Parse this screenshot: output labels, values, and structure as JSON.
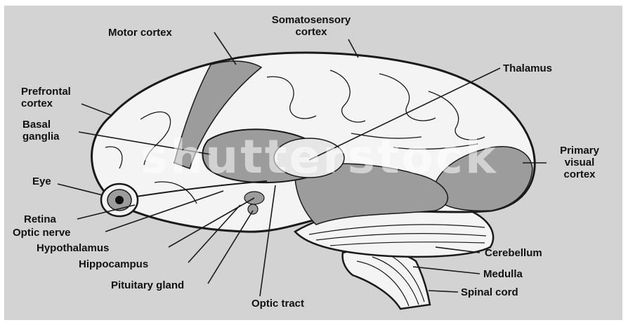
{
  "diagram": {
    "labels": {
      "motor_cortex": "Motor cortex",
      "somatosensory_cortex_l1": "Somatosensory",
      "somatosensory_cortex_l2": "cortex",
      "thalamus": "Thalamus",
      "prefrontal_cortex_l1": "Prefrontal",
      "prefrontal_cortex_l2": "cortex",
      "basal_ganglia_l1": "Basal",
      "basal_ganglia_l2": "ganglia",
      "primary_visual_cortex_l1": "Primary",
      "primary_visual_cortex_l2": "visual",
      "primary_visual_cortex_l3": "cortex",
      "eye": "Eye",
      "retina": "Retina",
      "optic_nerve": "Optic nerve",
      "hypothalamus": "Hypothalamus",
      "hippocampus": "Hippocampus",
      "pituitary_gland": "Pituitary gland",
      "optic_tract": "Optic tract",
      "cerebellum": "Cerebellum",
      "medulla": "Medulla",
      "spinal_cord": "Spinal cord"
    },
    "watermark": "shutterstock"
  },
  "colors": {
    "background": "#d3d3d3",
    "brain_fill": "#f4f4f4",
    "shaded_region": "#9c9c9c",
    "outline": "#1a1a1a"
  }
}
